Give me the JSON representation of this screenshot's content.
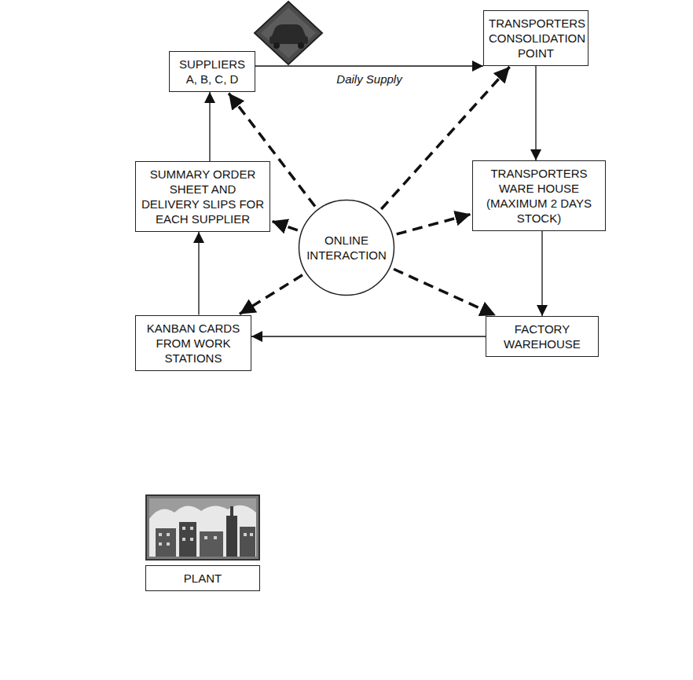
{
  "diagram": {
    "nodes": [
      {
        "text": [
          "SUPPLIERS A, B, C, D"
        ]
      },
      {
        "text": [
          "TRANSPORTERS CONSOLIDATION POINT"
        ]
      },
      {
        "text": [
          "SUMMARY ORDER SHEET AND DELIVERY SLIPS FOR EACH SUPPLIER"
        ]
      },
      {
        "text": [
          "ONLINE INTERACTION"
        ]
      },
      {
        "text": [
          "TRANSPORTERS WARE HOUSE (MAXIMUM 2 DAYS STOCK)"
        ]
      },
      {
        "text": [
          "KANBAN CARDS FROM WORK STATIONS"
        ]
      },
      {
        "text": [
          "FACTORY WAREHOUSE"
        ]
      },
      {
        "text": [
          "PLANT"
        ]
      }
    ],
    "edges": [
      {
        "from": 0,
        "to": 1,
        "arrow": "to",
        "label": "Daily Supply"
      },
      {
        "from": 1,
        "to": 4,
        "arrow": "to"
      },
      {
        "from": 4,
        "to": 6,
        "arrow": "to"
      },
      {
        "from": 6,
        "to": 5,
        "arrow": "to"
      },
      {
        "from": 5,
        "to": 2,
        "arrow": "to"
      },
      {
        "from": 2,
        "to": 0,
        "arrow": "to"
      },
      {
        "from": 3,
        "to": 0,
        "arrow": "to"
      },
      {
        "from": 3,
        "to": 1,
        "arrow": "to"
      },
      {
        "from": 3,
        "to": 2,
        "arrow": "to"
      },
      {
        "from": 3,
        "to": 4,
        "arrow": "to"
      },
      {
        "from": 3,
        "to": 5,
        "arrow": "to"
      },
      {
        "from": 3,
        "to": 6,
        "arrow": "to"
      }
    ]
  }
}
